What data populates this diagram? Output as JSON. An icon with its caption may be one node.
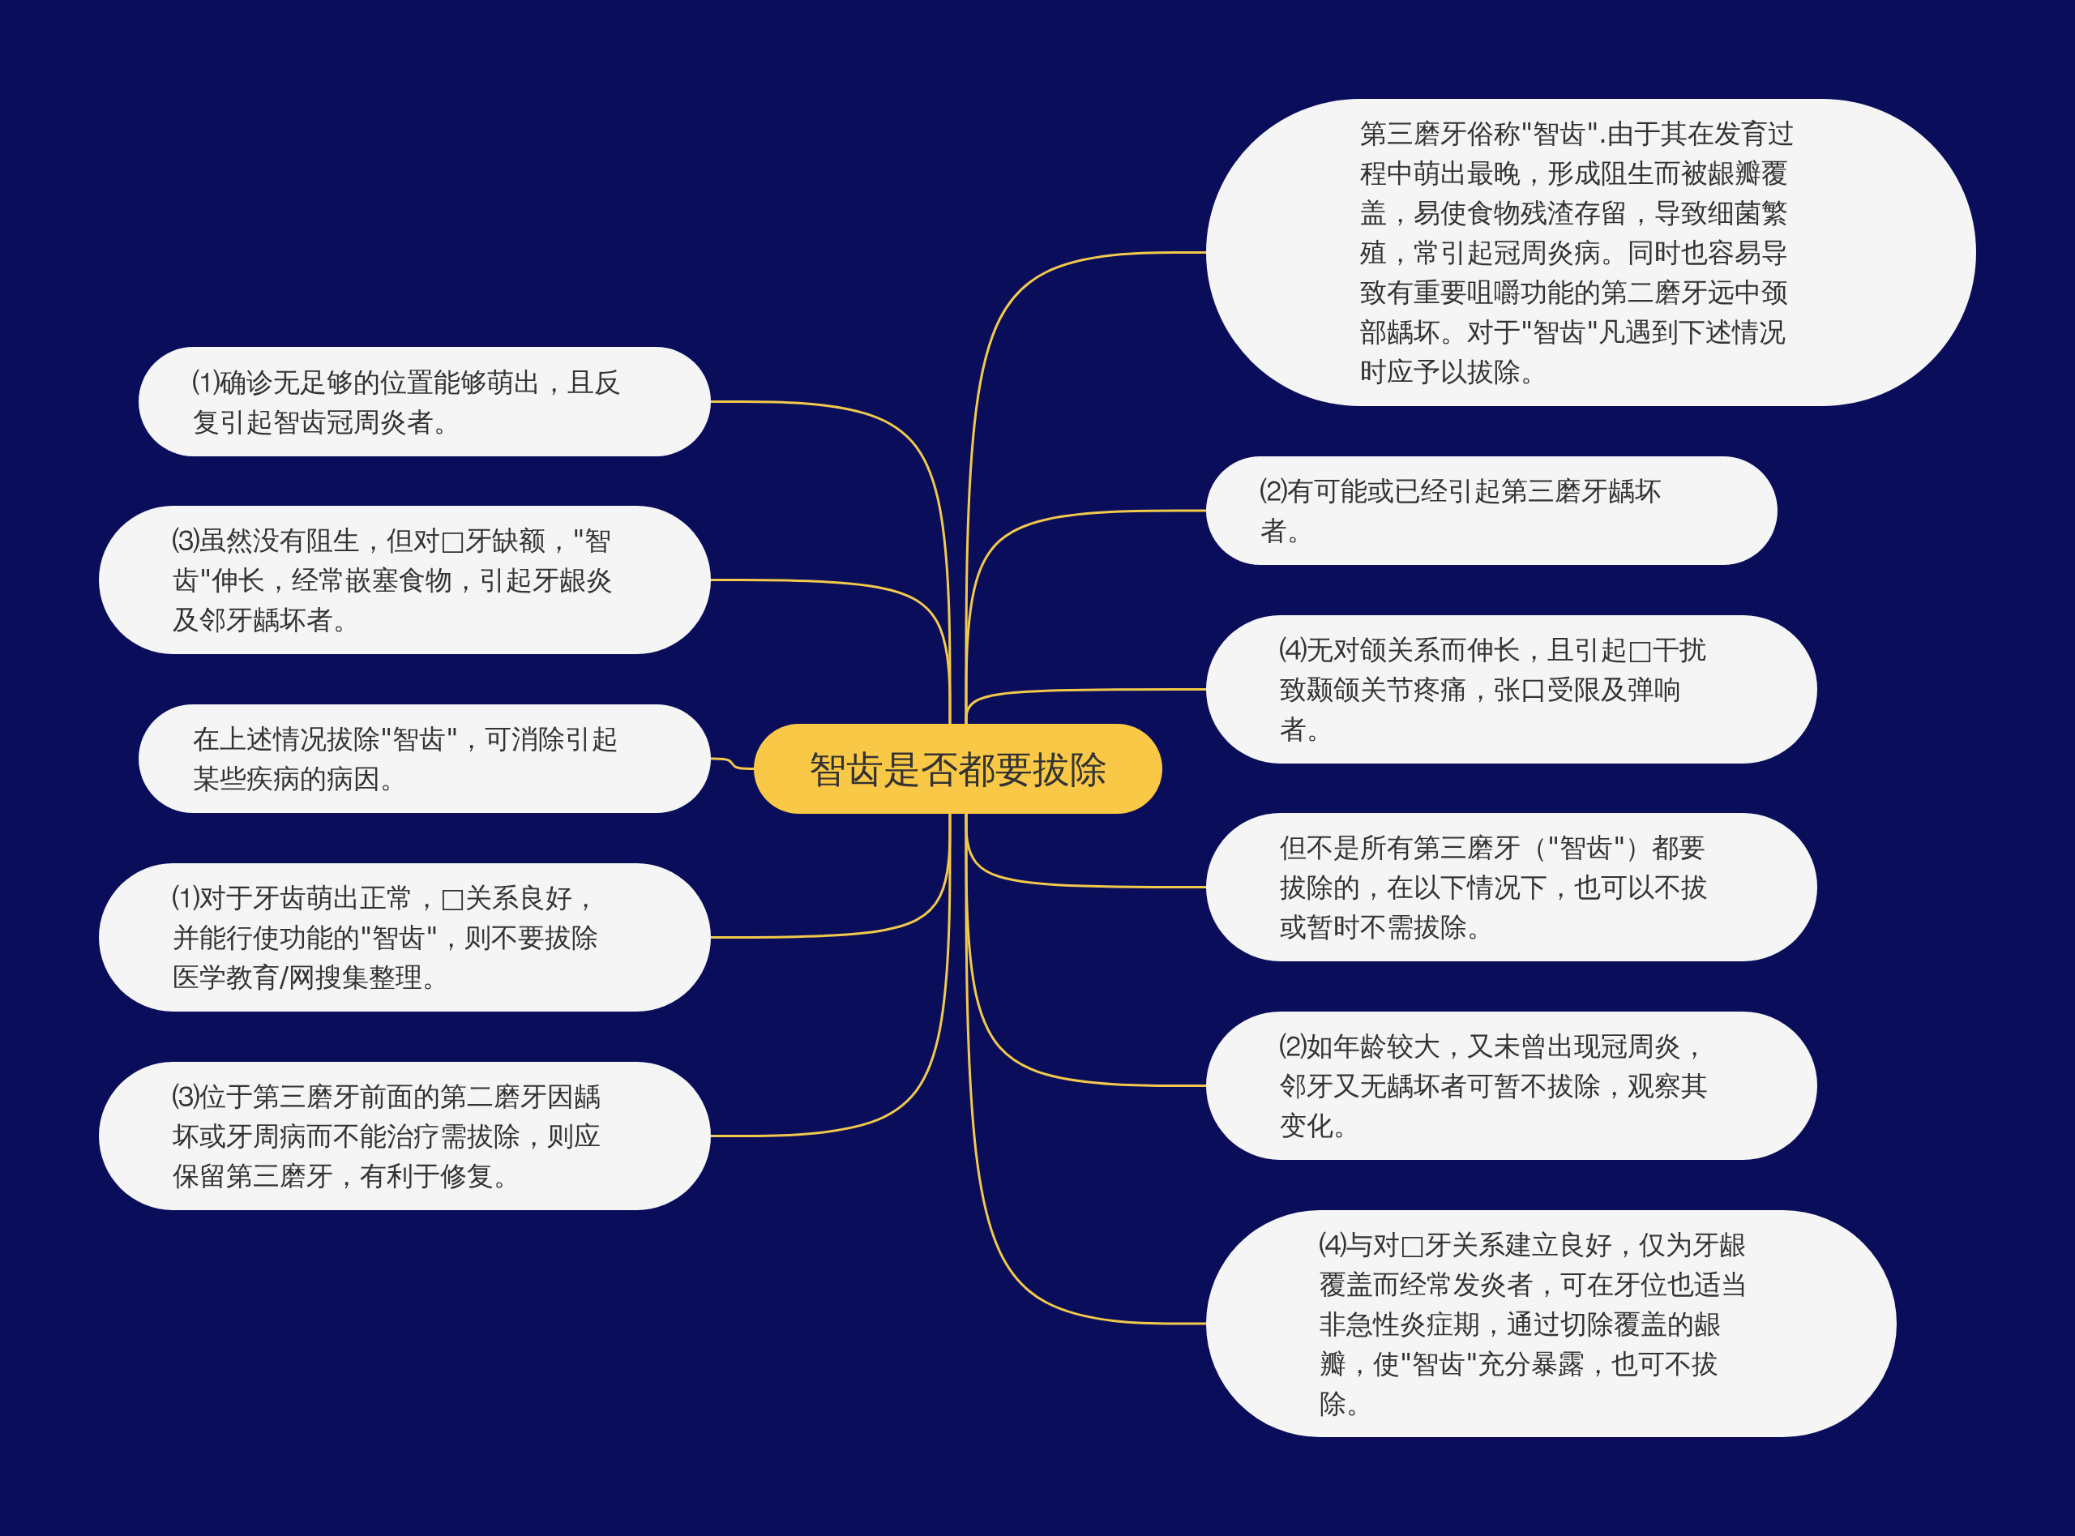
{
  "diagram": {
    "nodes": [
      {
        "text": [
          "智齿是否都要拔除"
        ]
      },
      {
        "text": [
          "第三磨牙俗称\"智齿\".由于其在发育过程中萌出最晚，形成阻生而被龈瓣覆盖，易使食物残渣存留，导致细菌繁殖，常引起冠周炎病。同时也容易导致有重要咀嚼功能的第二磨牙远中颈部龋坏。对于\"智齿\"凡遇到下述情况时应予以拔除。"
        ]
      },
      {
        "text": [
          "⑴确诊无足够的位置能够萌出，且反复引起智齿冠周炎者。"
        ]
      },
      {
        "text": [
          "⑵有可能或已经引起第三磨牙龋坏者。"
        ]
      },
      {
        "text": [
          "⑶虽然没有阻生，但对□牙缺额，\"智齿\"伸长，经常嵌塞食物，引起牙龈炎及邻牙龋坏者。"
        ]
      },
      {
        "text": [
          "⑷无对颌关系而伸长，且引起□干扰致颞颌关节疼痛，张口受限及弹响者。"
        ]
      },
      {
        "text": [
          "在上述情况拔除\"智齿\"，可消除引起某些疾病的病因。"
        ]
      },
      {
        "text": [
          "但不是所有第三磨牙（\"智齿\"）都要拔除的，在以下情况下，也可以不拔或暂时不需拔除。"
        ]
      },
      {
        "text": [
          "⑴对于牙齿萌出正常，□关系良好，并能行使功能的\"智齿\"，则不要拔除医学教育/网搜集整理。"
        ]
      },
      {
        "text": [
          "⑵如年龄较大，又未曾出现冠周炎，邻牙又无龋坏者可暂不拔除，观察其变化。"
        ]
      },
      {
        "text": [
          "⑶位于第三磨牙前面的第二磨牙因龋坏或牙周病而不能治疗需拔除，则应保留第三磨牙，有利于修复。"
        ]
      },
      {
        "text": [
          "⑷与对□牙关系建立良好，仅为牙龈覆盖而经常发炎者，可在牙位也适当非急性炎症期，通过切除覆盖的龈瓣，使\"智齿\"充分暴露，也可不拔除。"
        ]
      }
    ],
    "edges": [
      {
        "from": 0,
        "to": 1,
        "arrow": "none"
      },
      {
        "from": 0,
        "to": 2,
        "arrow": "none"
      },
      {
        "from": 0,
        "to": 3,
        "arrow": "none"
      },
      {
        "from": 0,
        "to": 4,
        "arrow": "none"
      },
      {
        "from": 0,
        "to": 5,
        "arrow": "none"
      },
      {
        "from": 0,
        "to": 6,
        "arrow": "none"
      },
      {
        "from": 0,
        "to": 7,
        "arrow": "none"
      },
      {
        "from": 0,
        "to": 8,
        "arrow": "none"
      },
      {
        "from": 0,
        "to": 9,
        "arrow": "none"
      },
      {
        "from": 0,
        "to": 10,
        "arrow": "none"
      },
      {
        "from": 0,
        "to": 11,
        "arrow": "none"
      }
    ]
  }
}
